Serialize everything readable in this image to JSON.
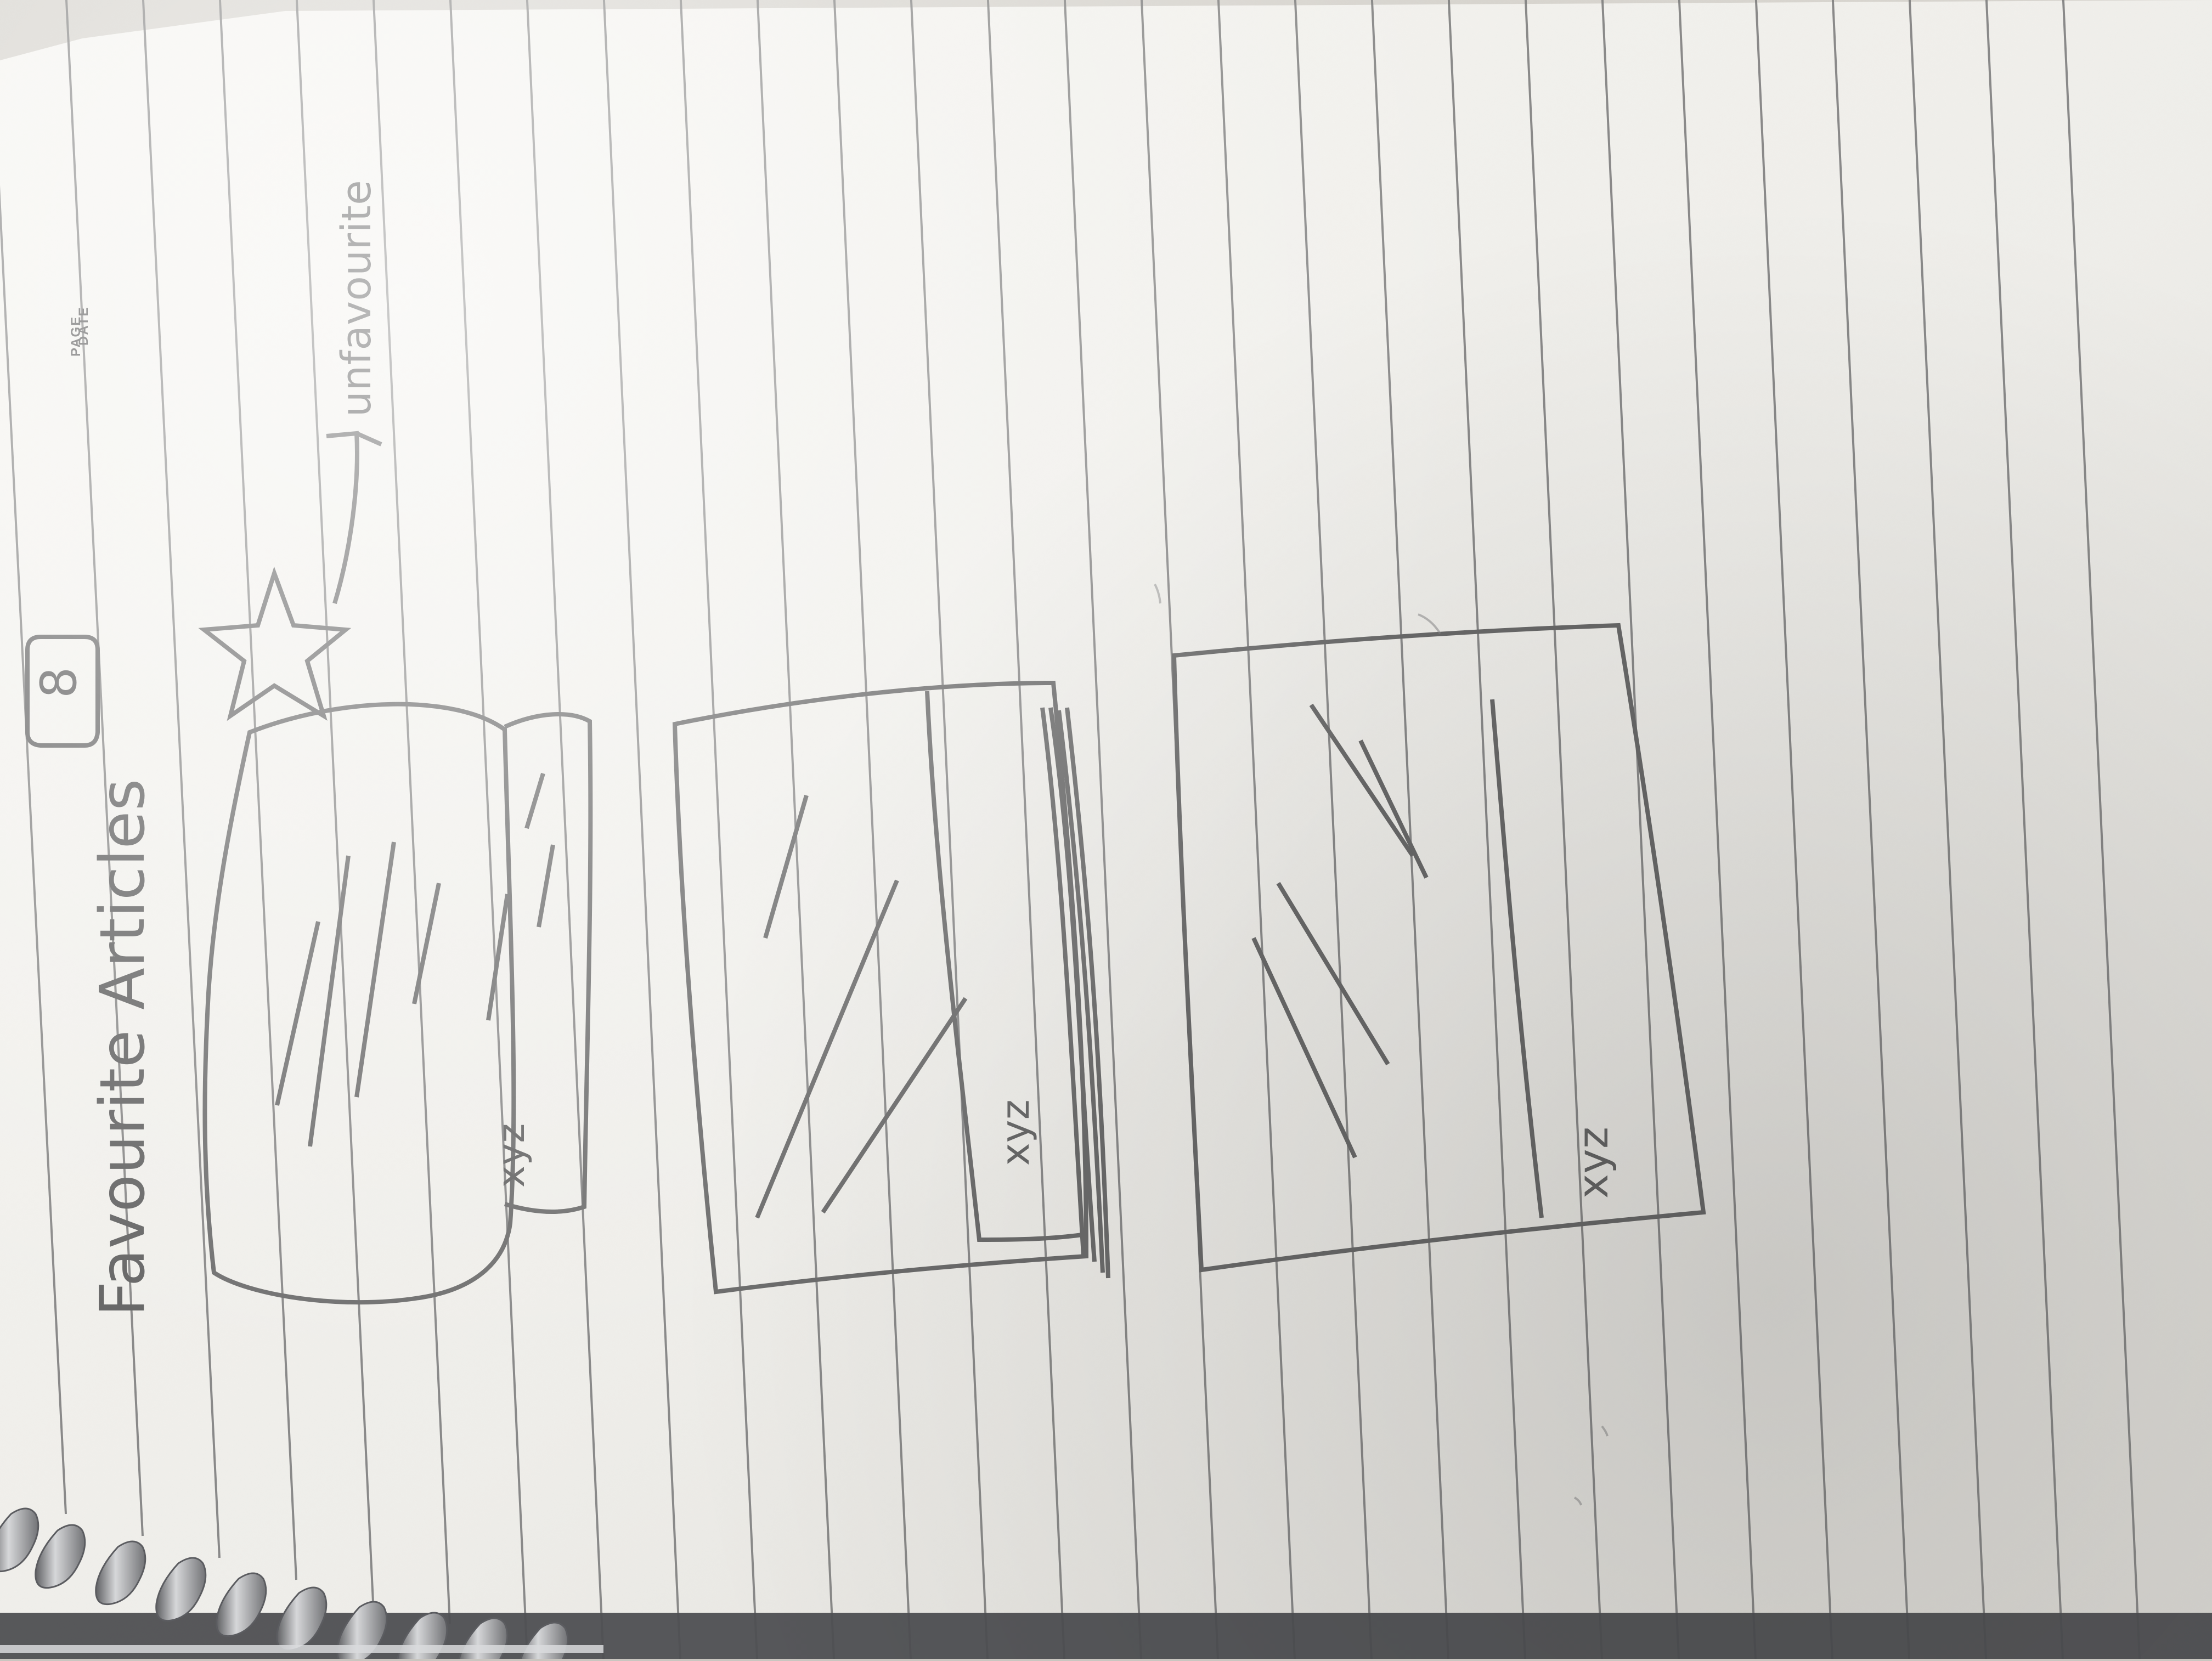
{
  "notebook": {
    "header_labels": [
      "PAGE",
      "DATE"
    ],
    "page_number": "8",
    "title": "Favourite Articles",
    "star_annotation": "unfavourite",
    "article_labels": [
      "xyz",
      "xyz",
      "xyz"
    ]
  },
  "colors": {
    "paper": "#f3f2ef",
    "line": "#7f7f7f",
    "pencil": "#6d6d6d"
  }
}
